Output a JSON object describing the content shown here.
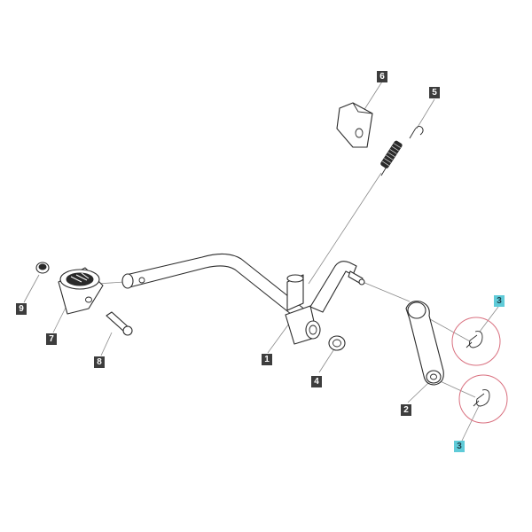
{
  "diagram": {
    "colors": {
      "label_default_bg": "#3d3d3d",
      "label_default_fg": "#ffffff",
      "label_highlight_bg": "#5fcbd8",
      "label_highlight_fg": "#1e3f4a",
      "highlight_circle": "#d9707f",
      "line": "#2b2b2b",
      "leader": "#8a8a8a"
    },
    "labels": [
      {
        "id": "label-1",
        "text": "1",
        "highlight": false
      },
      {
        "id": "label-2",
        "text": "2",
        "highlight": false
      },
      {
        "id": "label-3a",
        "text": "3",
        "highlight": true
      },
      {
        "id": "label-3b",
        "text": "3",
        "highlight": true
      },
      {
        "id": "label-4",
        "text": "4",
        "highlight": false
      },
      {
        "id": "label-5",
        "text": "5",
        "highlight": false
      },
      {
        "id": "label-6",
        "text": "6",
        "highlight": false
      },
      {
        "id": "label-7",
        "text": "7",
        "highlight": false
      },
      {
        "id": "label-8",
        "text": "8",
        "highlight": false
      },
      {
        "id": "label-9",
        "text": "9",
        "highlight": false
      }
    ]
  }
}
